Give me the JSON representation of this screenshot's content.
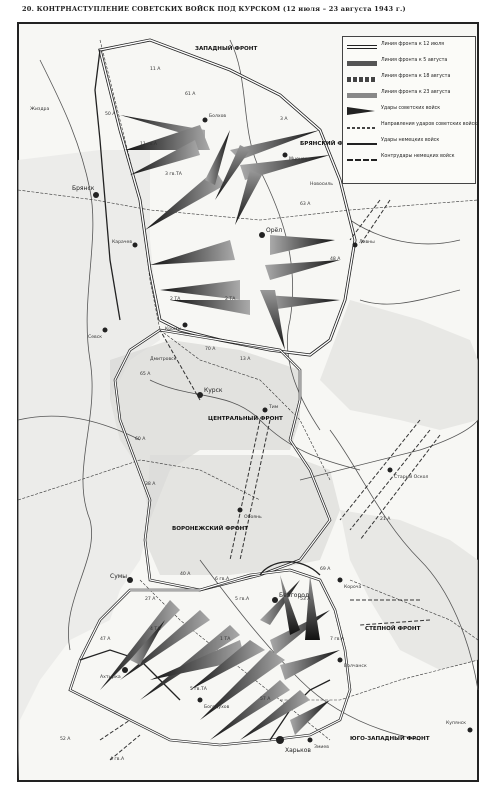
{
  "map": {
    "title": "20. КОНТРНАСТУПЛЕНИЕ СОВЕТСКИХ ВОЙСК ПОД КУРСКОМ (12 июля – 23 августа 1943 г.)",
    "legend": [
      {
        "text": "Линия фронта к 12 июля"
      },
      {
        "text": "Линия фронта к 5 августа"
      },
      {
        "text": "Линия фронта к 18 августа"
      },
      {
        "text": "Линия фронта к 23 августа"
      },
      {
        "text": "Удары советских войск"
      },
      {
        "text": "Направления ударов советских войск"
      },
      {
        "text": "Удары немецких войск"
      },
      {
        "text": "Контрудары немецких войск"
      }
    ],
    "fronts": {
      "bryansk": "БРЯНСКИЙ ФРОНТ",
      "central": "ЦЕНТРАЛЬНЫЙ ФРОНТ",
      "voronezh": "ВОРОНЕЖСКИЙ ФРОНТ",
      "steppe": "СТЕПНОЙ ФРОНТ",
      "southwest": "ЮГО-ЗАПАДНЫЙ ФРОНТ",
      "western": "ЗАПАДНЫЙ ФРОНТ"
    },
    "cities": {
      "orel": "Орёл",
      "bryansk": "Брянск",
      "kursk": "Курск",
      "belgorod": "Белгород",
      "kharkov": "Харьков",
      "sumy": "Сумы",
      "kromy": "Кромы",
      "mtsensk": "Мценск",
      "bolkhov": "Болхов",
      "karachev": "Карачев",
      "sevsk": "Севск",
      "zmiev": "Змиев",
      "bogodukhov": "Богодухов",
      "akhtyrka": "Ахтырка",
      "volchansk": "Волчанск",
      "livny": "Ливны",
      "tim": "Тим",
      "oboyan": "Обоянь",
      "staryoskol": "Старый Оскол",
      "korocha": "Короча",
      "kupyansk": "Купянск",
      "novosil": "Новосиль",
      "zhizdra": "Жиздра",
      "dmitrovsk": "Дмитровск"
    },
    "armies": [
      "11 А",
      "61 А",
      "3 А",
      "63 А",
      "48 А",
      "13 А",
      "70 А",
      "65 А",
      "60 А",
      "38 А",
      "40 А",
      "27 А",
      "53 А",
      "69 А",
      "7 гв.А",
      "5 гв.А",
      "6 гв.А",
      "1 ТА",
      "4 ТА",
      "3 гв.ТА",
      "2 ТА",
      "57 А",
      "47 А",
      "50 А",
      "11 гв.А",
      "4 гв.А",
      "52 А",
      "5 гв.ТА",
      "21 А",
      "2 ТА"
    ]
  }
}
